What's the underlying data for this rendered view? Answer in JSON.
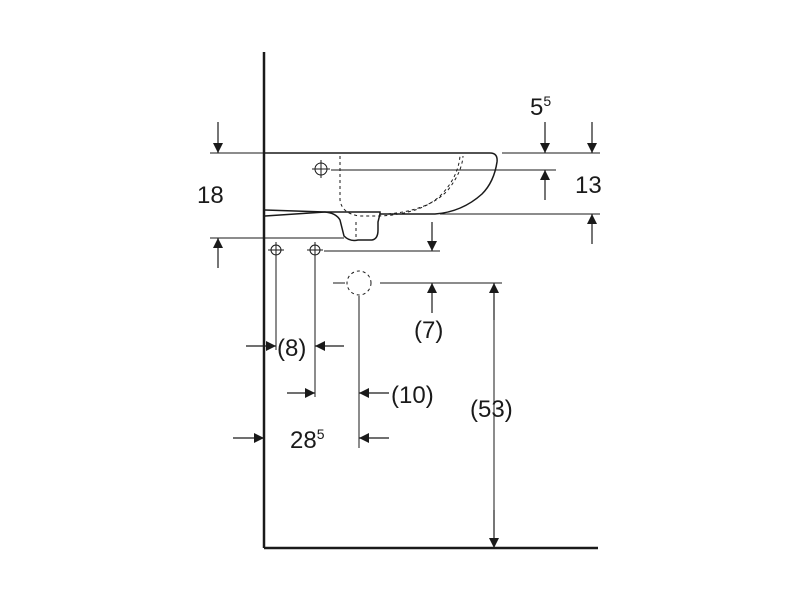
{
  "dimensions": {
    "d18": "18",
    "d5_5": {
      "base": "5",
      "sup": "5"
    },
    "d13": "13",
    "d7": "(7)",
    "d8": "(8)",
    "d10": "(10)",
    "d28_5": {
      "base": "28",
      "sup": "5"
    },
    "d53": "(53)"
  },
  "colors": {
    "line": "#1a1a1a",
    "background": "#ffffff"
  }
}
